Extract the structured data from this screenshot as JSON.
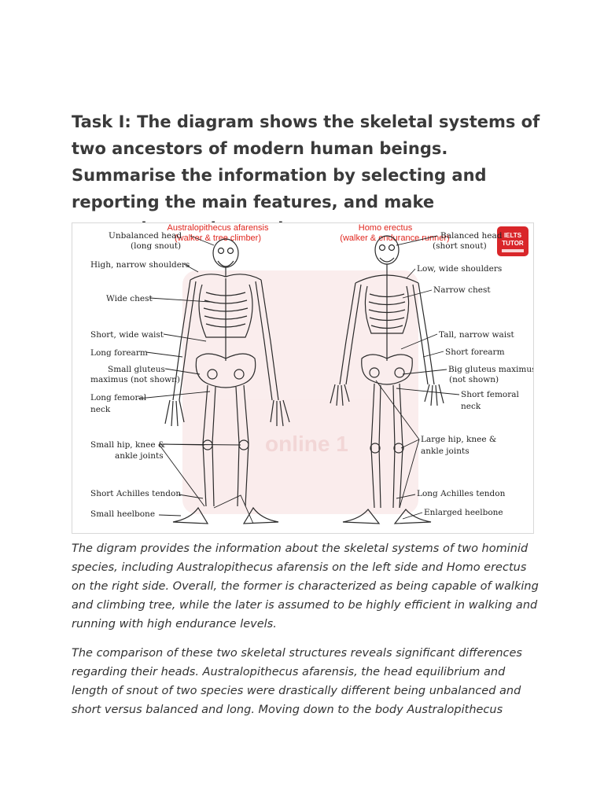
{
  "heading": "Task I: The diagram shows the skeletal systems of two ancestors of modern human beings. Summarise the information by selecting and reporting the main features, and make comparisons where relevant.",
  "figure": {
    "left_species": {
      "title": "Australopithecus afarensis",
      "subtitle": "(walker & tree climber)",
      "labels": [
        "Unbalanced head",
        "(long snout)",
        "High, narrow shoulders",
        "Wide chest",
        "Short, wide waist",
        "Long forearm",
        "Small gluteus",
        "maximus (not shown)",
        "Long femoral",
        "neck",
        "Small hip, knee &",
        "ankle joints",
        "Short Achilles tendon",
        "Small heelbone"
      ]
    },
    "right_species": {
      "title": "Homo erectus",
      "subtitle": "(walker & endurance runner)",
      "labels": [
        "Balanced head",
        "(short snout)",
        "Low, wide shoulders",
        "Narrow chest",
        "Tall, narrow waist",
        "Short forearm",
        "Big gluteus maximus",
        "(not shown)",
        "Short femoral",
        "neck",
        "Large hip, knee &",
        "ankle joints",
        "Long Achilles tendon",
        "Enlarged heelbone"
      ]
    },
    "logo": {
      "line1": "IELTS",
      "line2": "TUTOR",
      "color": "#d9262a"
    },
    "watermark": {
      "text": "online 1",
      "color": "#e9b5b5"
    }
  },
  "paragraphs": [
    "The digram provides the information about the skeletal systems of two hominid species, including Australopithecus afarensis on the left side and Homo erectus on the right side. Overall, the former is characterized as being capable of walking and climbing tree, while the later is assumed to be highly efficient in walking and running with high endurance levels.",
    "The comparison of these two skeletal structures reveals significant differences regarding their heads. Australopithecus afarensis, the head equilibrium and length of snout of two species were drastically different being unbalanced and short versus balanced and long. Moving down to the body Australopithecus"
  ]
}
